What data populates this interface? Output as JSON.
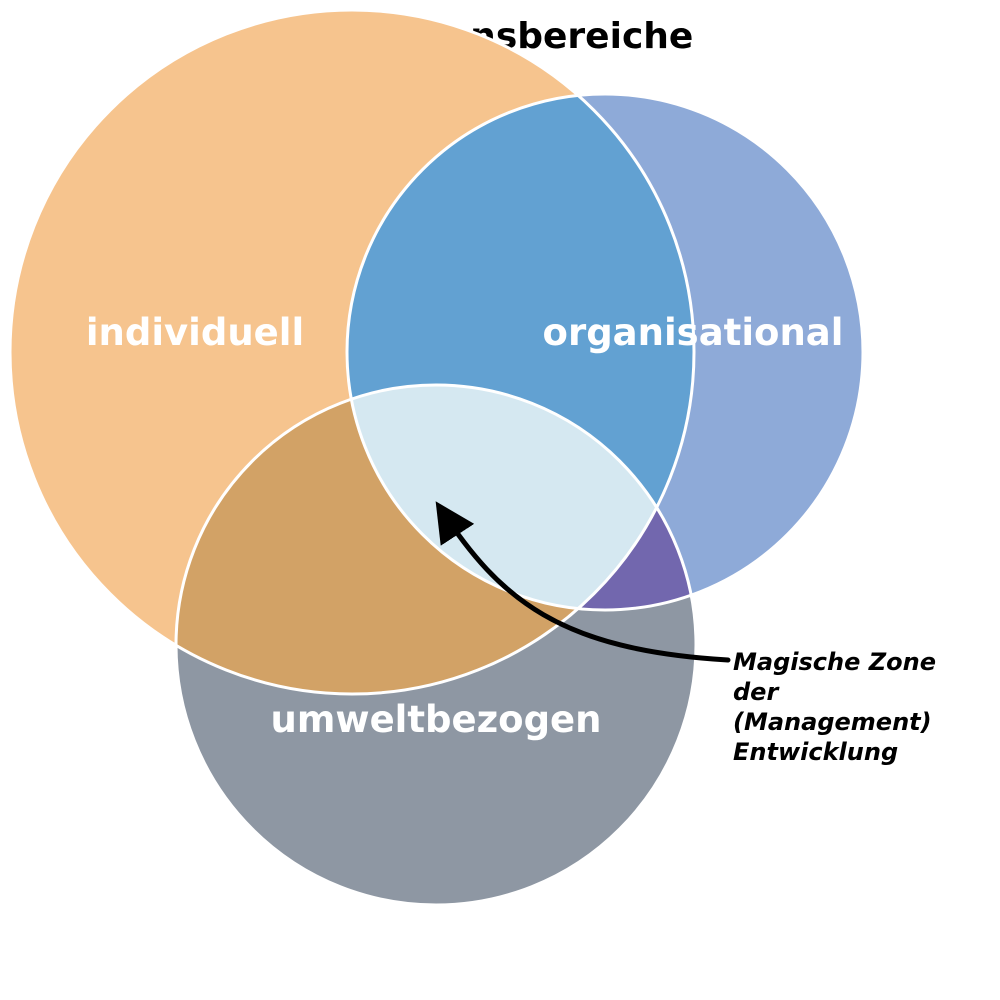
{
  "title": "Reflexionsbereiche",
  "circles": [
    {
      "id": "individual",
      "label": "individuell",
      "color": "#f6c48e"
    },
    {
      "id": "organisational",
      "label": "organisational",
      "color": "#8eaad8"
    },
    {
      "id": "environment",
      "label": "umweltbezogen",
      "color": "#8e97a3"
    }
  ],
  "overlaps": {
    "individual_organisational": "#62a1d2",
    "individual_environment": "#d2a266",
    "organisational_environment": "#7267ae",
    "center": "#d5e8f1"
  },
  "annotation": {
    "lines": [
      "Magische Zone",
      "der",
      "(Management)",
      "Entwicklung"
    ]
  }
}
